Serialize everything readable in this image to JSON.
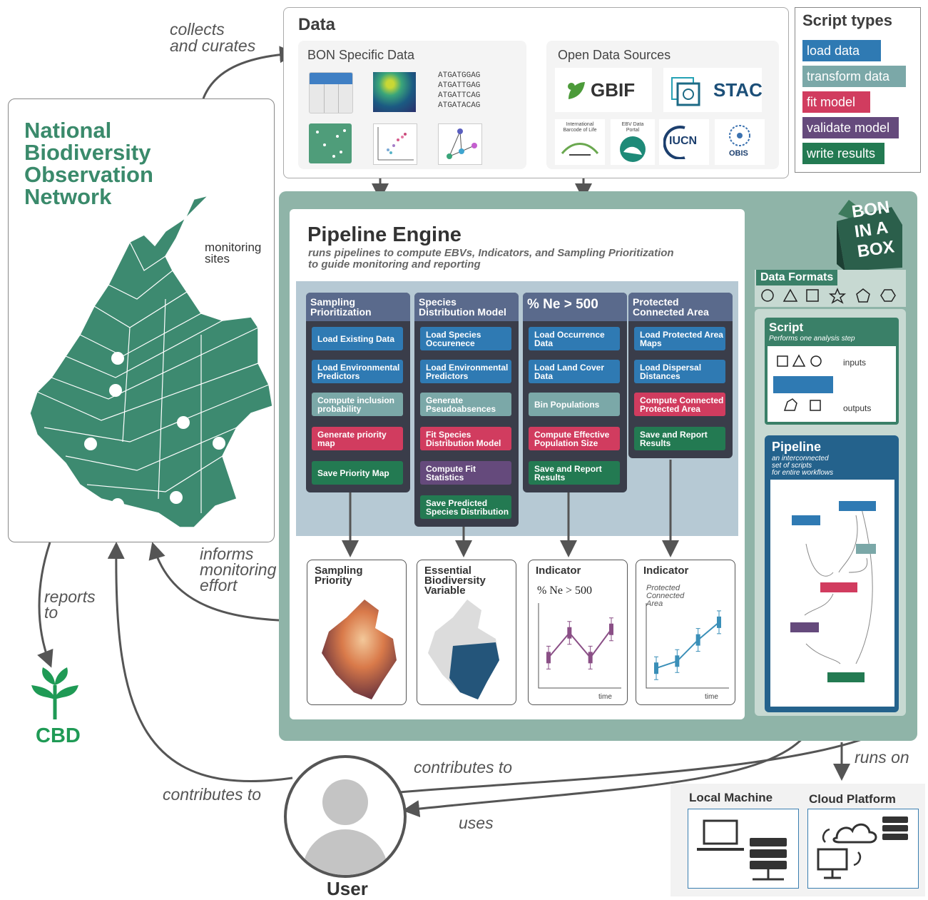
{
  "nbon": {
    "title_lines": [
      "National",
      "Biodiversity",
      "Observation",
      "Network"
    ],
    "monitoring_sites": [
      "monitoring",
      "sites"
    ]
  },
  "arrows_text": {
    "collects": [
      "collects",
      "and curates"
    ],
    "reports": [
      "reports",
      "to"
    ],
    "informs": [
      "informs",
      "monitoring",
      "effort"
    ],
    "contributes_left": "contributes to",
    "contributes_right": "contributes to",
    "uses": "uses",
    "runs_on": "runs on"
  },
  "cbd": {
    "label": "CBD"
  },
  "user": {
    "label": "User"
  },
  "data_panel": {
    "title": "Data",
    "bon_specific": {
      "title": "BON Specific Data",
      "dna": [
        "ATGATGGAG",
        "ATGATTGAG",
        "ATGATTCAG",
        "ATGATACAG"
      ]
    },
    "open_sources": {
      "title": "Open Data Sources",
      "gbif": "GBIF",
      "stac": "STAC",
      "iucn": "IUCN",
      "obis": "OBIS",
      "ibol": [
        "International",
        "Barcode of Life"
      ],
      "ebv": [
        "EBV Data",
        "Portal"
      ]
    }
  },
  "script_types": {
    "title": "Script types",
    "items": [
      {
        "label": "load data",
        "color": "#2f7ab3"
      },
      {
        "label": "transform data",
        "color": "#7ba8a8"
      },
      {
        "label": "fit model",
        "color": "#d13c5f"
      },
      {
        "label": "validate model",
        "color": "#654a7c"
      },
      {
        "label": "write results",
        "color": "#237a52"
      }
    ]
  },
  "engine": {
    "title": "Pipeline Engine",
    "subtitle": [
      "runs pipelines to compute EBVs, Indicators, and Sampling Prioritization",
      "to guide monitoring and reporting"
    ],
    "columns": [
      {
        "header": [
          "Sampling",
          "Prioritization"
        ],
        "steps": [
          [
            "Load Existing Data"
          ],
          [
            "Load Environmental",
            "Predictors"
          ],
          [
            "Compute inclusion",
            "probability"
          ],
          [
            "Generate priority",
            "map"
          ],
          [
            "Save Priority Map"
          ]
        ]
      },
      {
        "header": [
          "Species",
          "Distribution Model"
        ],
        "steps": [
          [
            "Load Species",
            "Occurenece"
          ],
          [
            "Load Environmental",
            "Predictors"
          ],
          [
            "Generate",
            "Pseudoabsences"
          ],
          [
            "Fit Species",
            "Distribution Model"
          ],
          [
            "Compute Fit",
            "Statistics"
          ],
          [
            "Save Predicted",
            "Species Distribution"
          ]
        ]
      },
      {
        "header": [
          "% Ne > 500"
        ],
        "steps": [
          [
            "Load Occurrence",
            "Data"
          ],
          [
            "Load Land Cover",
            "Data"
          ],
          [
            "Bin Populations"
          ],
          [
            "Compute Effective",
            "Population Size"
          ],
          [
            "Save and Report",
            "Results"
          ]
        ]
      },
      {
        "header": [
          "Protected",
          "Connected Area"
        ],
        "steps": [
          [
            "Load Protected Area",
            "Maps"
          ],
          [
            "Load Dispersal",
            "Distances"
          ],
          [
            "Compute Connected",
            "Protected Area"
          ],
          [
            "Save and Report",
            "Results"
          ]
        ]
      }
    ],
    "outputs": [
      {
        "title": [
          "Sampling",
          "Priority"
        ]
      },
      {
        "title": [
          "Essential",
          "Biodiversity",
          "Variable"
        ]
      },
      {
        "title": [
          "Indicator"
        ],
        "sub": "% Ne > 500",
        "xlabel": "time"
      },
      {
        "title": [
          "Indicator"
        ],
        "sub": [
          "Protected",
          "Connected",
          "Area"
        ],
        "xlabel": "time"
      }
    ]
  },
  "bon_box": {
    "lines": [
      "BON",
      "IN A",
      "BOX"
    ]
  },
  "data_formats": {
    "title": "Data Formats"
  },
  "script_card": {
    "title": "Script",
    "subtitle": "Performs one analysis step",
    "inputs": "inputs",
    "outputs": "outputs"
  },
  "pipeline_card": {
    "title": "Pipeline",
    "subtitle": [
      "an interconnected",
      "set of scripts",
      "for entire workflows"
    ]
  },
  "platforms": {
    "local": "Local Machine",
    "cloud": "Cloud Platform"
  },
  "chart_ne": {
    "type": "line",
    "y": [
      0.35,
      0.7,
      0.35,
      0.75
    ]
  },
  "chart_pca": {
    "type": "line",
    "y": [
      0.2,
      0.3,
      0.6,
      0.85
    ]
  }
}
